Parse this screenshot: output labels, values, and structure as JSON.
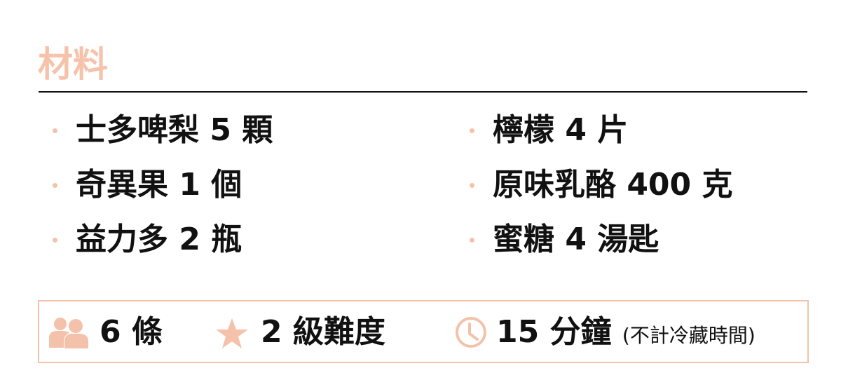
{
  "title": "材料",
  "ingredients_left": [
    "士多啤梨 5 顆",
    "奇異果 1 個",
    "益力多 2 瓶"
  ],
  "ingredients_right": [
    "檸檬 4 片",
    "原味乳酪 400 克",
    "蜜糖 4 湯匙"
  ],
  "meta": {
    "servings": "6 條",
    "difficulty": "2 級難度",
    "time": "15 分鐘",
    "time_note": "(不計冷藏時間)",
    "icons": [
      "people-icon",
      "star-icon",
      "clock-icon"
    ]
  },
  "colors": {
    "accent": "#f4c2aa",
    "text": "#111111"
  }
}
